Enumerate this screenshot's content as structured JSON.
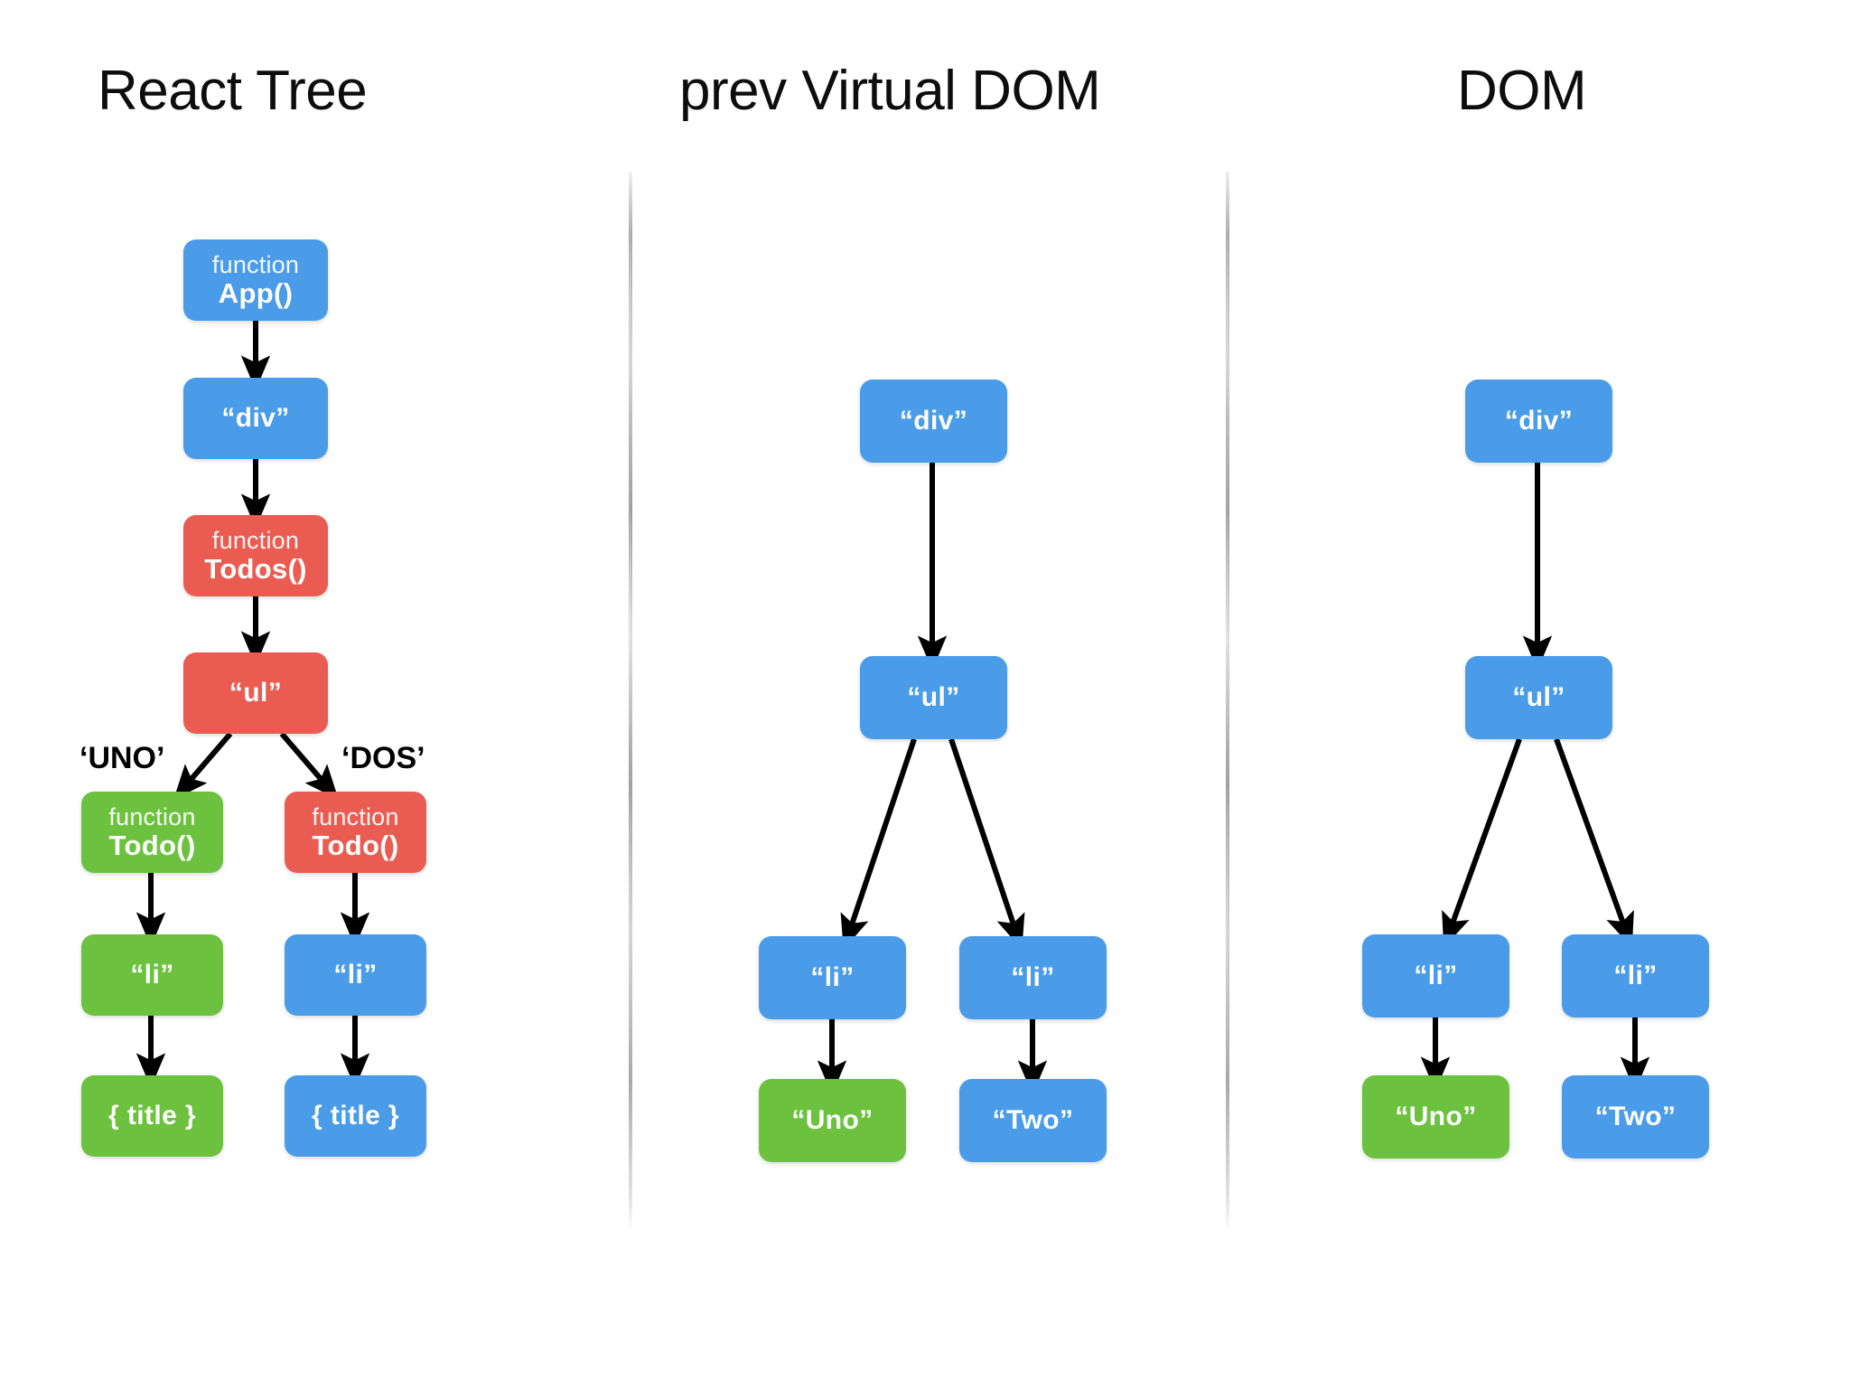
{
  "columns": [
    {
      "id": "react-tree",
      "title": "React Tree"
    },
    {
      "id": "prev-vdom",
      "title": "prev Virtual DOM"
    },
    {
      "id": "dom",
      "title": "DOM"
    }
  ],
  "colors": {
    "blue": "#4a9ce8",
    "red": "#ea5c51",
    "green": "#6cc23e",
    "text": "#ffffff",
    "title": "#0d0d0d",
    "arrow": "#000000",
    "background": "#ffffff",
    "divider": "#8c8c8c"
  },
  "react_tree": {
    "nodes": [
      {
        "id": "app",
        "keyword": "function",
        "name": "App()",
        "color": "blue"
      },
      {
        "id": "div",
        "keyword": "",
        "name": "“div”",
        "color": "blue"
      },
      {
        "id": "todos",
        "keyword": "function",
        "name": "Todos()",
        "color": "red"
      },
      {
        "id": "ul",
        "keyword": "",
        "name": "“ul”",
        "color": "red"
      },
      {
        "id": "todo-left",
        "keyword": "function",
        "name": "Todo()",
        "color": "green"
      },
      {
        "id": "todo-right",
        "keyword": "function",
        "name": "Todo()",
        "color": "red"
      },
      {
        "id": "li-left",
        "keyword": "",
        "name": "“li”",
        "color": "green"
      },
      {
        "id": "li-right",
        "keyword": "",
        "name": "“li”",
        "color": "blue"
      },
      {
        "id": "title-left",
        "keyword": "",
        "name": "{ title }",
        "color": "green"
      },
      {
        "id": "title-right",
        "keyword": "",
        "name": "{ title }",
        "color": "blue"
      }
    ],
    "key_labels": [
      {
        "id": "key-uno",
        "text": "‘UNO’"
      },
      {
        "id": "key-dos",
        "text": "‘DOS’"
      }
    ]
  },
  "prev_vdom": {
    "nodes": [
      {
        "id": "pv-div",
        "name": "“div”",
        "color": "blue"
      },
      {
        "id": "pv-ul",
        "name": "“ul”",
        "color": "blue"
      },
      {
        "id": "pv-li-left",
        "name": "“li”",
        "color": "blue"
      },
      {
        "id": "pv-li-right",
        "name": "“li”",
        "color": "blue"
      },
      {
        "id": "pv-uno",
        "name": "“Uno”",
        "color": "green"
      },
      {
        "id": "pv-two",
        "name": "“Two”",
        "color": "blue"
      }
    ]
  },
  "dom": {
    "nodes": [
      {
        "id": "dom-div",
        "name": "“div”",
        "color": "blue"
      },
      {
        "id": "dom-ul",
        "name": "“ul”",
        "color": "blue"
      },
      {
        "id": "dom-li-left",
        "name": "“li”",
        "color": "blue"
      },
      {
        "id": "dom-li-right",
        "name": "“li”",
        "color": "blue"
      },
      {
        "id": "dom-uno",
        "name": "“Uno”",
        "color": "green"
      },
      {
        "id": "dom-two",
        "name": "“Two”",
        "color": "blue"
      }
    ]
  }
}
